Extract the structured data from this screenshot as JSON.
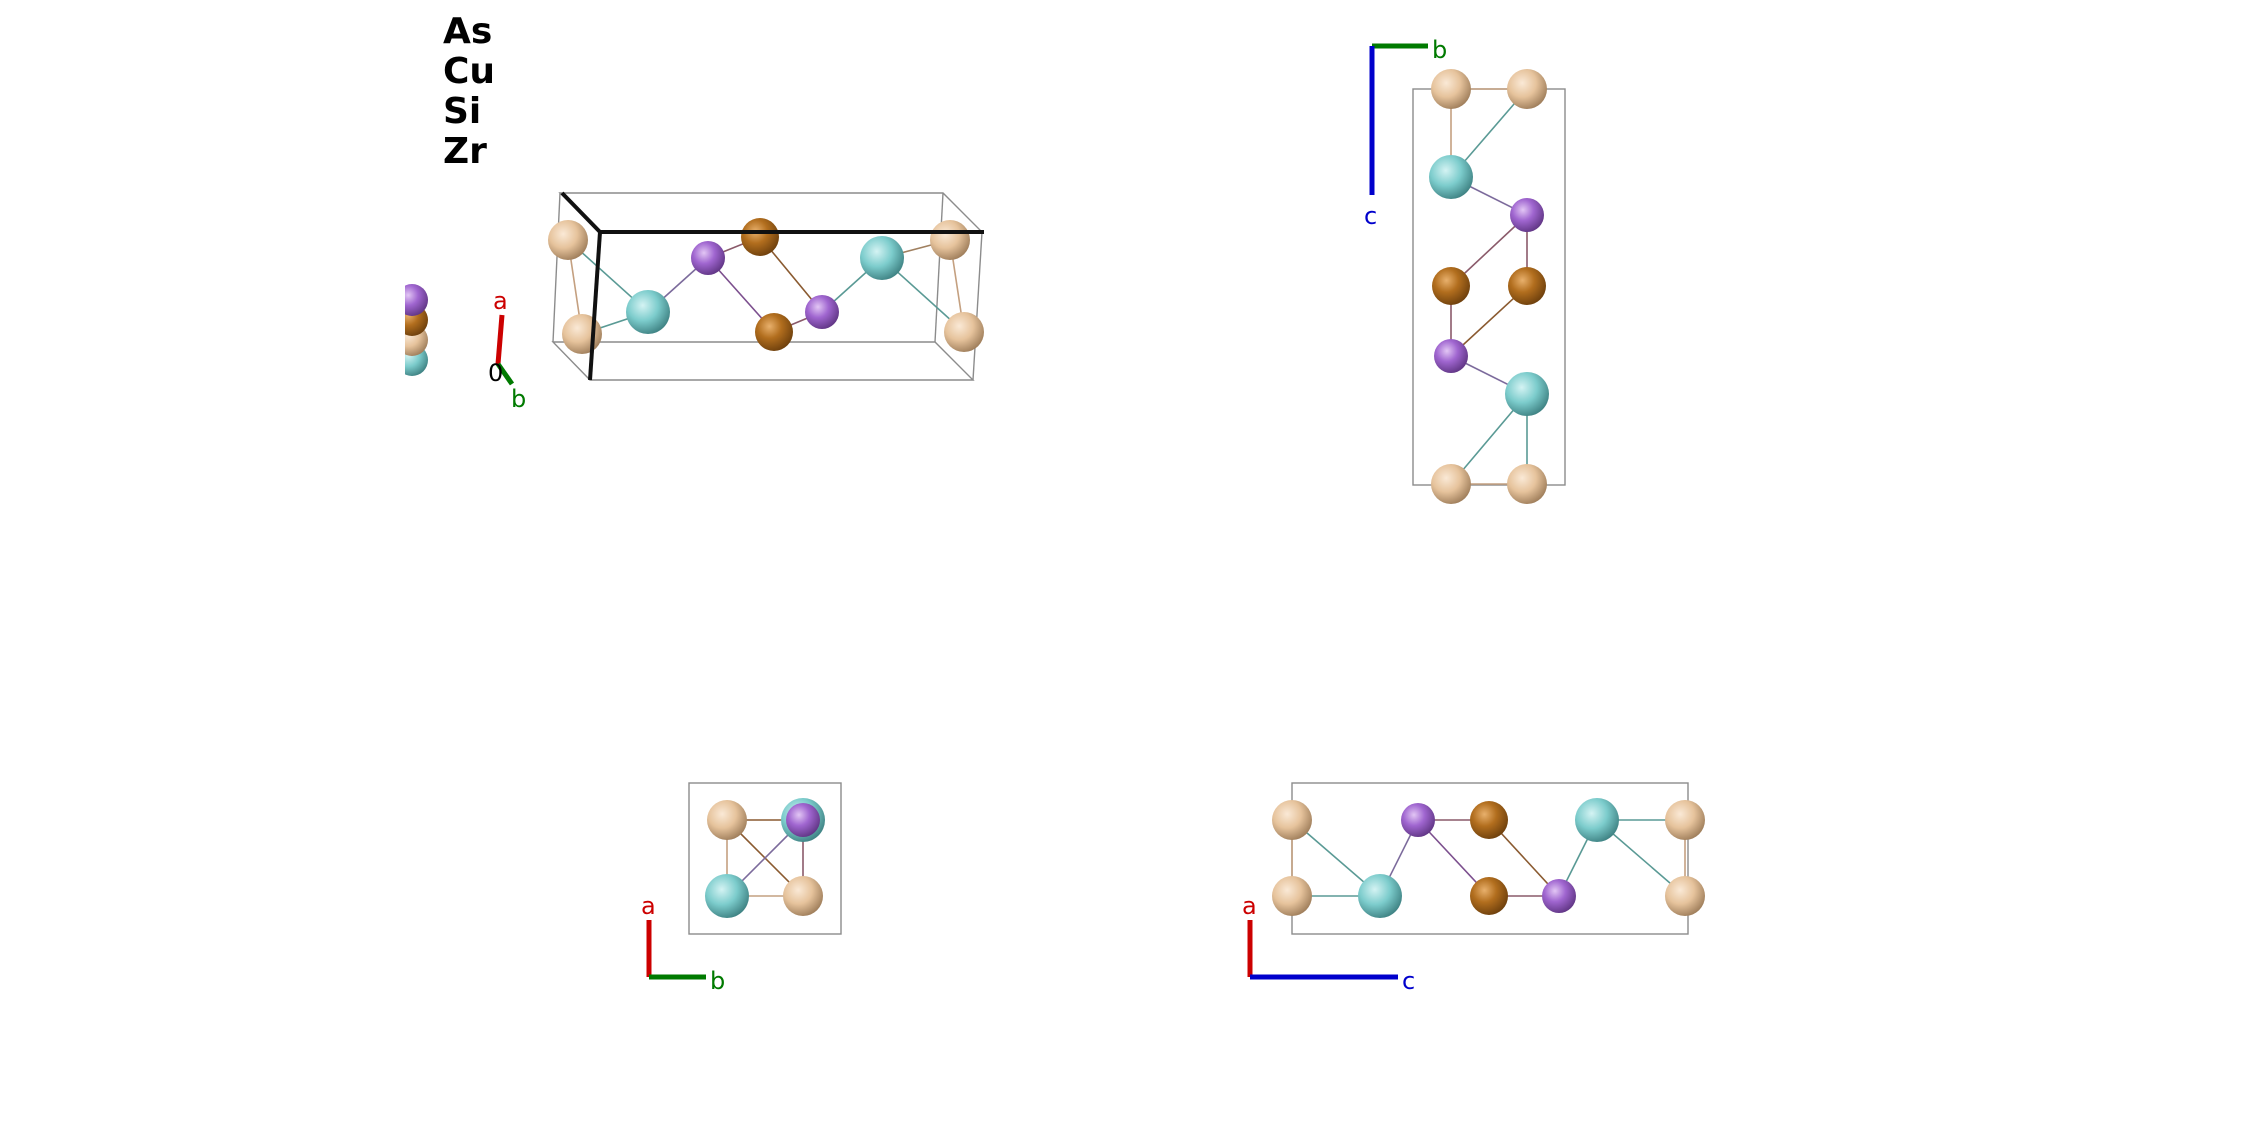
{
  "legend": {
    "elements": [
      {
        "symbol": "As",
        "color": "#a066d0"
      },
      {
        "symbol": "Cu",
        "color": "#b8752a"
      },
      {
        "symbol": "Si",
        "color": "#edc9a4"
      },
      {
        "symbol": "Zr",
        "color": "#7fd3d3"
      }
    ]
  },
  "axes": {
    "a": {
      "label": "a",
      "color": "#cc0000"
    },
    "b": {
      "label": "b",
      "color": "#007a00"
    },
    "c": {
      "label": "c",
      "color": "#0000cc"
    },
    "origin": {
      "label": "0",
      "color": "#000000"
    }
  },
  "views": {
    "perspective": {
      "axes": [
        "a",
        "b"
      ],
      "origin_label": "0"
    },
    "along_a": {
      "axes": [
        "b",
        "c"
      ]
    },
    "along_c": {
      "axes": [
        "a",
        "b"
      ]
    },
    "along_b": {
      "axes": [
        "a",
        "c"
      ]
    }
  }
}
